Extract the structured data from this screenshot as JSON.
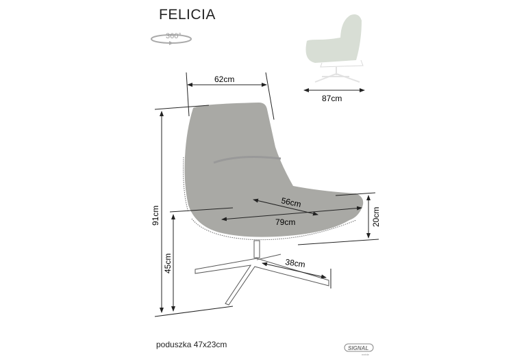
{
  "product": {
    "name": "FELICIA",
    "rotation_label": "360°"
  },
  "dimensions": {
    "width_back": "62cm",
    "depth_side": "87cm",
    "height_total": "91cm",
    "seat_height": "45cm",
    "seat_depth": "56cm",
    "total_depth": "79cm",
    "armrest_height": "20cm",
    "base_radius": "38cm"
  },
  "cushion_note": "poduszka 47x23cm",
  "brand": {
    "name": "SIGNAL",
    "sub": "meble"
  },
  "colors": {
    "fabric": "#a9a9a5",
    "line": "#333333"
  }
}
